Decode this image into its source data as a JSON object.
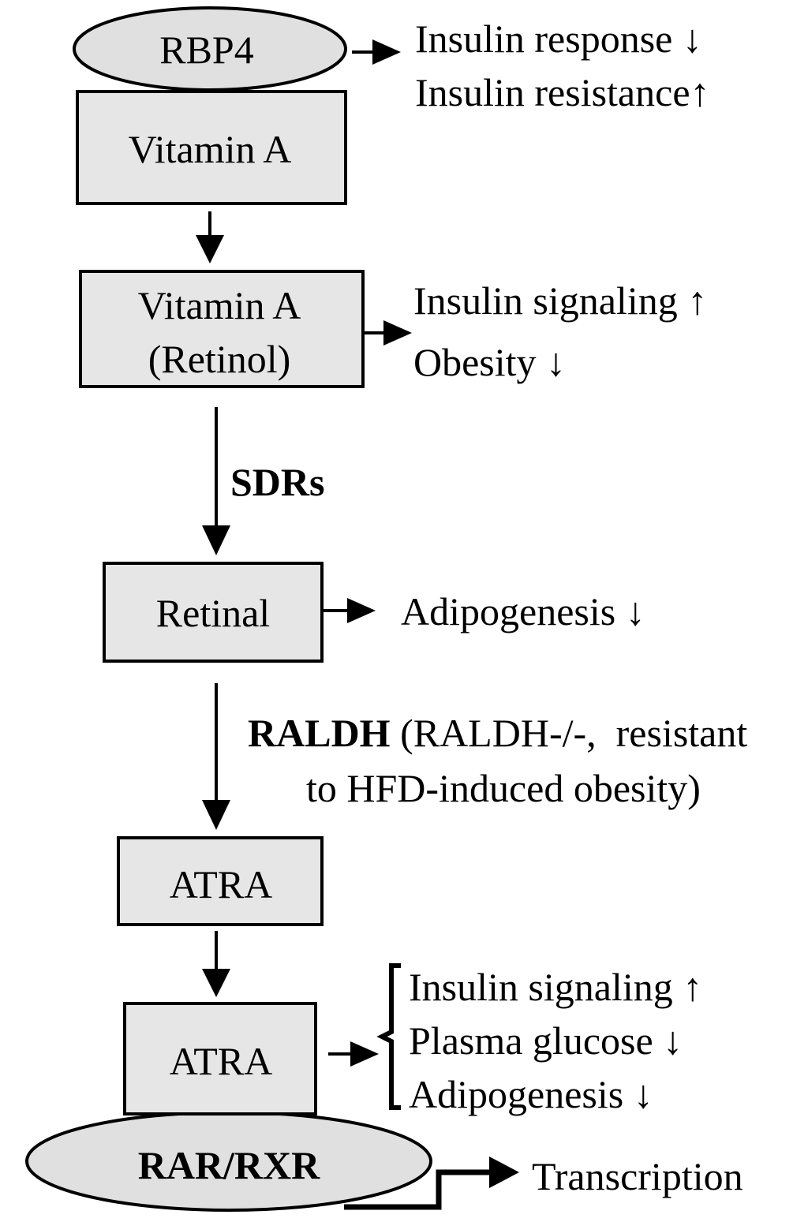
{
  "colors": {
    "box_fill": "#e6e6e6",
    "ellipse_fill": "#e0e0e0",
    "stroke": "#000000"
  },
  "nodes": {
    "rbp4": "RBP4",
    "vitamin_a": "Vitamin A",
    "vitamin_a_retinol_line1": "Vitamin A",
    "vitamin_a_retinol_line2": "(Retinol)",
    "retinal": "Retinal",
    "atra_1": "ATRA",
    "atra_2": "ATRA",
    "rar_rxr": "RAR/RXR"
  },
  "enzymes": {
    "sdrs": "SDRs",
    "raldh": "RALDH",
    "raldh_note_line1": " (RALDH-/-,  resistant",
    "raldh_note_line2": "to HFD-induced obesity)"
  },
  "effects": {
    "rbp4": [
      "Insulin response ↓",
      "Insulin resistance↑"
    ],
    "retinol": [
      "Insulin signaling ↑",
      "Obesity ↓"
    ],
    "retinal": [
      "Adipogenesis ↓"
    ],
    "atra": [
      "Insulin signaling ↑",
      "Plasma glucose ↓",
      "Adipogenesis ↓"
    ],
    "rar_rxr": [
      "Transcription"
    ]
  },
  "icons": {
    "arrow": "arrow-icon",
    "brace": "left-brace-icon"
  }
}
